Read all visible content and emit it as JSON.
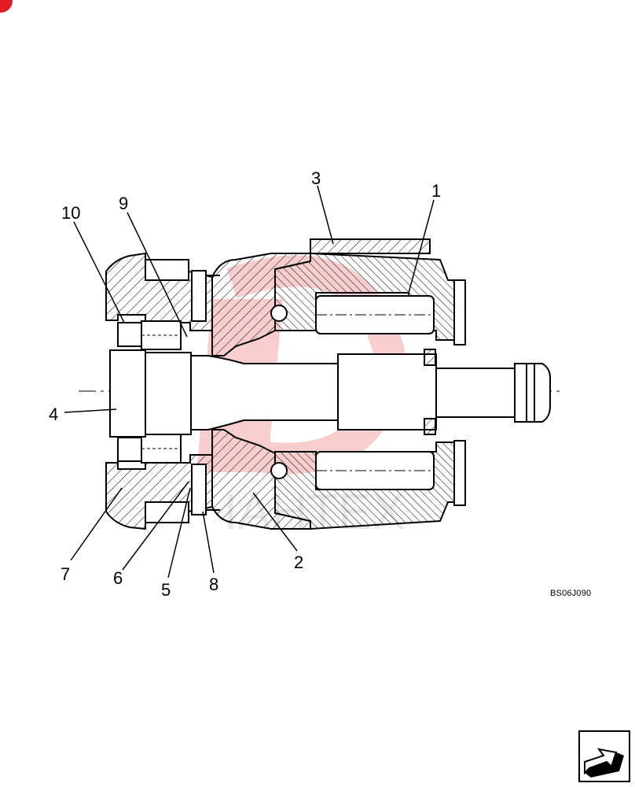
{
  "drawing": {
    "callouts": [
      "1",
      "2",
      "3",
      "4",
      "5",
      "6",
      "7",
      "8",
      "9",
      "10"
    ],
    "reference_code": "BS06J090",
    "watermark_text": "IAHTEX"
  },
  "colors": {
    "line": "#000000",
    "watermark": "#e02020",
    "corner_mark": "#e31b23"
  },
  "navigation": {
    "icon": "next-page-arrow-icon"
  }
}
